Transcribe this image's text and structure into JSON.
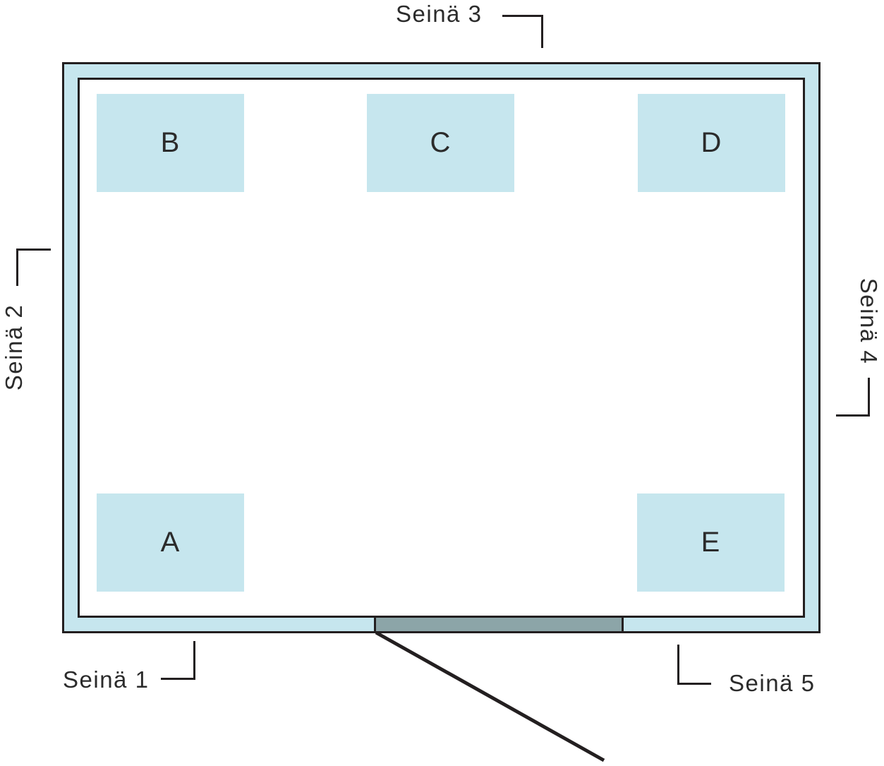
{
  "diagram": {
    "type": "room-floor-plan",
    "walls": [
      {
        "label": "Seinä 1",
        "side": "bottom-left"
      },
      {
        "label": "Seinä 2",
        "side": "left"
      },
      {
        "label": "Seinä 3",
        "side": "top"
      },
      {
        "label": "Seinä 4",
        "side": "right"
      },
      {
        "label": "Seinä 5",
        "side": "bottom-right"
      }
    ],
    "zones": [
      {
        "label": "A",
        "position": "bottom-left"
      },
      {
        "label": "B",
        "position": "top-left"
      },
      {
        "label": "C",
        "position": "top-center"
      },
      {
        "label": "D",
        "position": "top-right"
      },
      {
        "label": "E",
        "position": "bottom-right"
      }
    ],
    "door": {
      "position": "bottom-center",
      "swing": "outward, hinge on left"
    },
    "colors": {
      "wall_fill": "#c6e6ee",
      "zone_fill": "#c6e6ee",
      "door_fill": "#8ca5a8",
      "outline": "#231f20",
      "text": "#2b2b2b",
      "background": "#ffffff"
    }
  }
}
